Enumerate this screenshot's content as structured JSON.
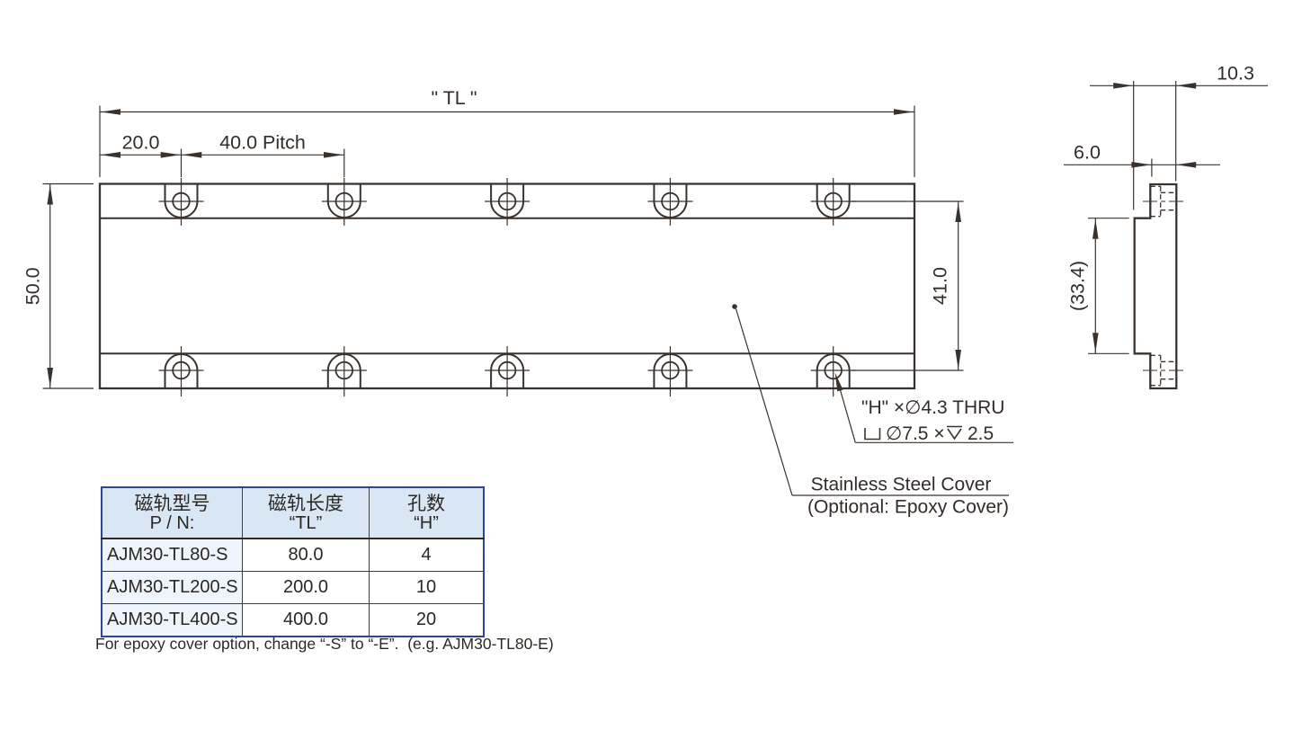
{
  "drawing": {
    "front": {
      "dim_total_length": "\" TL \"",
      "dim_edge_offset": "20.0",
      "dim_pitch": "40.0 Pitch",
      "dim_height": "50.0",
      "dim_hole_span": "41.0"
    },
    "side": {
      "dim_total_thickness": "10.3",
      "dim_flange_thickness": "6.0",
      "dim_magnet_section": "(33.4)"
    },
    "callout": {
      "line1": "\"H\" ×∅4.3 THRU",
      "line2_prefix": "∅7.5 ×",
      "line2_depth": "2.5"
    },
    "cover_label": {
      "line1": "Stainless Steel Cover",
      "line2": "(Optional: Epoxy Cover)"
    }
  },
  "table": {
    "headers": [
      {
        "line1": "磁轨型号",
        "line2": "P / N:"
      },
      {
        "line1": "磁轨长度",
        "line2": "“TL”"
      },
      {
        "line1": "孔数",
        "line2": "“H”"
      }
    ],
    "rows": [
      {
        "pn": "AJM30-TL80-S",
        "tl": "80.0",
        "h": "4"
      },
      {
        "pn": "AJM30-TL200-S",
        "tl": "200.0",
        "h": "10"
      },
      {
        "pn": "AJM30-TL400-S",
        "tl": "400.0",
        "h": "20"
      }
    ]
  },
  "note": "For epoxy cover option, change “-S” to “-E”.  (e.g. AJM30-TL80-E)",
  "colors": {
    "line_color": "#3a322d",
    "text_color": "#332c28",
    "table_border": "#2e4596",
    "table_header_bg": "#d9e6f4",
    "table_col1_bg": "#eef4fb",
    "table_grid": "#3f3f3f"
  }
}
